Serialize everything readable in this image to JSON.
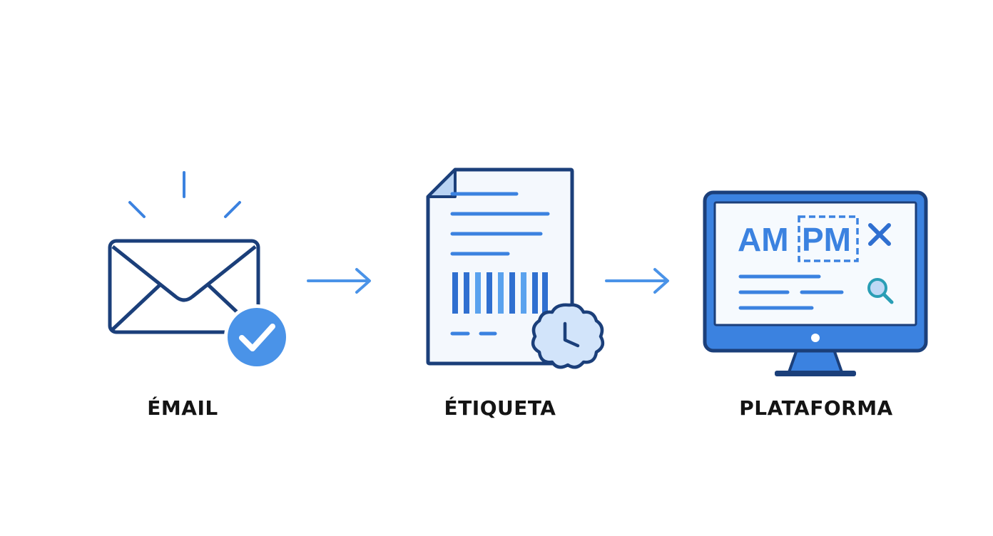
{
  "steps": [
    {
      "label": "ÉMAIL",
      "icon": "envelope-check-icon"
    },
    {
      "label": "ÉTIQUETA",
      "icon": "document-barcode-clock-icon"
    },
    {
      "label": "PLATAFORMA",
      "icon": "monitor-search-icon"
    }
  ],
  "screen": {
    "brand_a": "AM",
    "brand_b": "PM"
  },
  "colors": {
    "navy": "#1B3F7A",
    "blue": "#3B82E0",
    "light_blue": "#5AA2EE",
    "pale": "#EAF2FC",
    "check": "#4A93E8"
  }
}
